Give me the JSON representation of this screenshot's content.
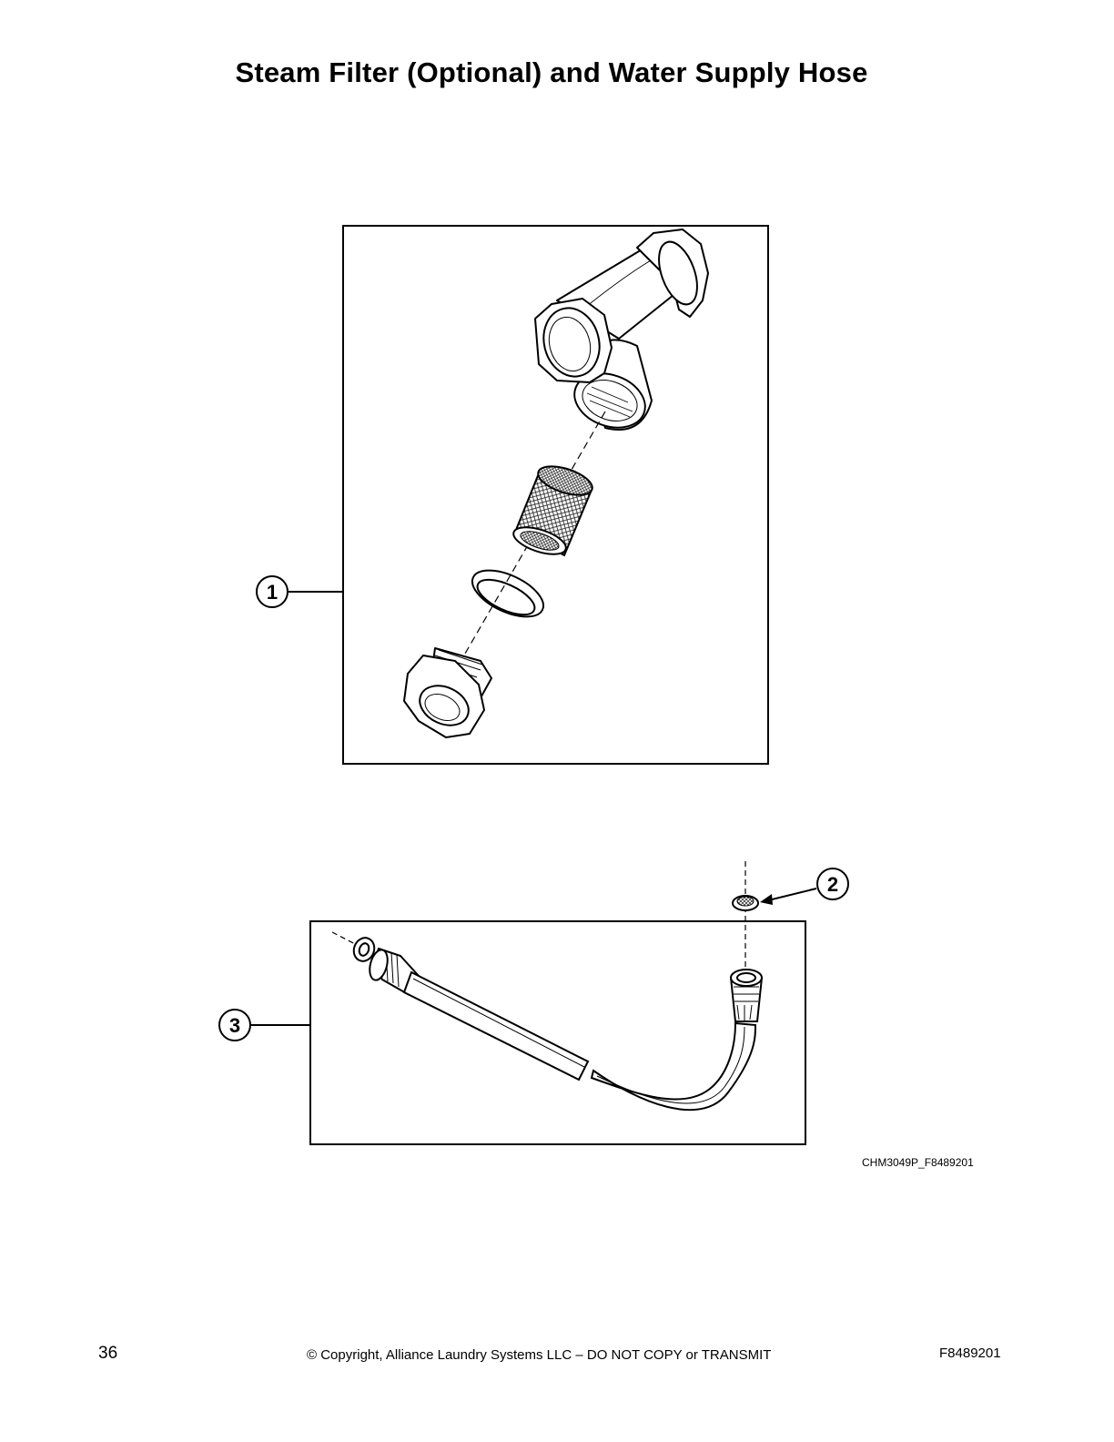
{
  "page": {
    "title": "Steam Filter (Optional) and Water Supply Hose",
    "figure_id": "CHM3049P_F8489201",
    "page_number": "36",
    "copyright": "© Copyright, Alliance Laundry Systems LLC – DO NOT COPY or TRANSMIT",
    "doc_number": "F8489201"
  },
  "callouts": [
    {
      "label": "1",
      "part": "steam filter assembly"
    },
    {
      "label": "2",
      "part": "hose washer screen"
    },
    {
      "label": "3",
      "part": "water supply hose"
    }
  ]
}
